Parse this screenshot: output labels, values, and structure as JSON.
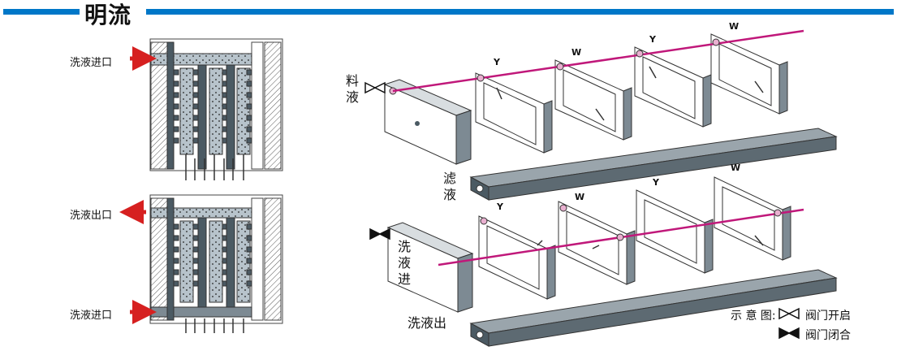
{
  "title": "明流",
  "left_panel": {
    "top_inlet": "洗液进口",
    "mid_outlet": "洗液出口",
    "bottom_inlet": "洗液进口"
  },
  "top_press": {
    "feed_label_1": "料",
    "feed_label_2": "液",
    "filtrate_label_1": "滤",
    "filtrate_label_2": "液",
    "plate_tags": [
      "Y",
      "W",
      "Y",
      "W"
    ]
  },
  "bottom_press": {
    "wash_in_1": "洗",
    "wash_in_2": "液",
    "wash_in_3": "进",
    "wash_out": "洗液出",
    "plate_tags": [
      "Y",
      "W",
      "Y",
      "W"
    ]
  },
  "legend": {
    "title": "示 意 图:",
    "open_label": "阀门开启",
    "closed_label": "阀门闭合"
  },
  "colors": {
    "accent_blue": "#0077c8",
    "pipe_magenta": "#c0187a",
    "arrow_red": "#d62020",
    "frame_gray": "#7d8a93",
    "dark_gray": "#4b5a63"
  }
}
